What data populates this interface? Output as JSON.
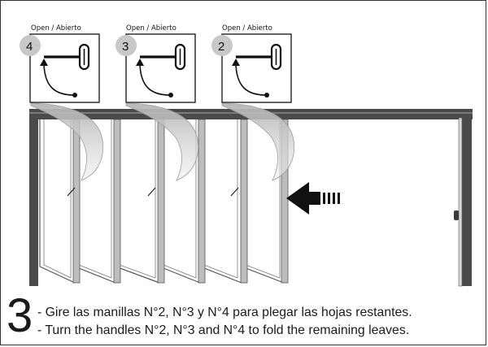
{
  "handles": [
    {
      "number": "4",
      "label": "Open / Abierto"
    },
    {
      "number": "3",
      "label": "Open / Abierto"
    },
    {
      "number": "2",
      "label": "Open / Abierto"
    }
  ],
  "step": "3",
  "instructions": {
    "es": "- Gire las manillas N°2, N°3 y N°4 para plegar las hojas restantes.",
    "en": "- Turn the handles N°2, N°3 and N°4 to fold the remaining leaves."
  },
  "colors": {
    "frame": "#4a4a4a",
    "swing": "#cfcfcf",
    "badge": "#c8c8c8",
    "line": "#1a1a1a"
  }
}
